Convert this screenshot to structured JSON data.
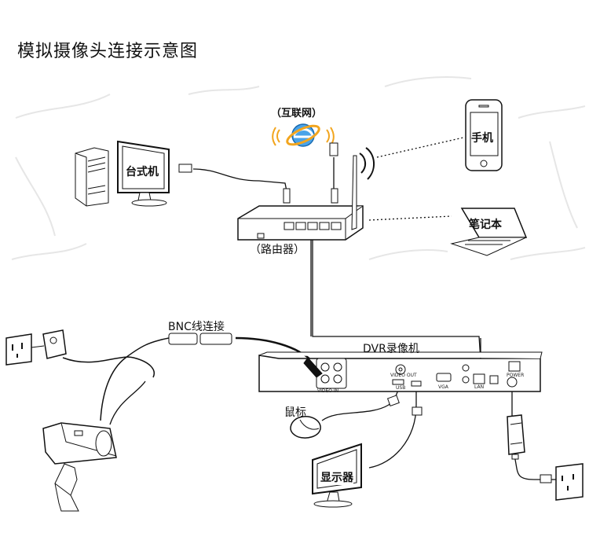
{
  "title": "模拟摄像头连接示意图",
  "labels": {
    "internet": "（互联网）",
    "desktop": "台式机",
    "phone": "手机",
    "laptop": "笔记本",
    "router": "（路由器）",
    "bnc": "BNC线连接",
    "dvr": "DVR录像机",
    "mouse": "鼠标",
    "monitor": "显示器"
  },
  "dvr_ports": {
    "video_in": "VIDEO IN",
    "video_out": "VIDEO OUT",
    "usb": "USB",
    "vga": "VGA",
    "lan": "LAN",
    "power": "POWER"
  },
  "icons": [
    "internet-explorer-icon",
    "wifi-icon",
    "desktop-computer-icon",
    "smartphone-icon",
    "laptop-icon",
    "router-icon",
    "dvr-recorder-icon",
    "cctv-camera-icon",
    "power-adapter-icon",
    "wall-socket-icon",
    "mouse-icon",
    "monitor-icon"
  ]
}
